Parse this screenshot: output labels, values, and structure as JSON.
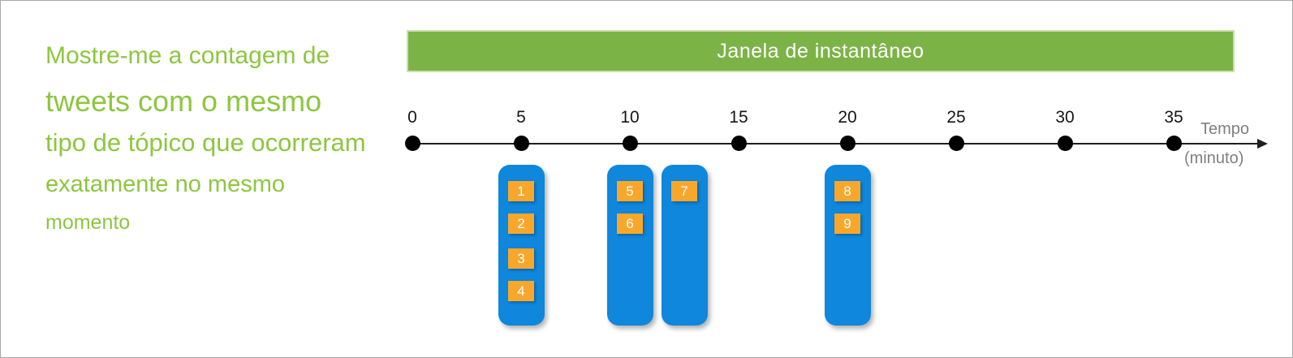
{
  "colors": {
    "green_banner": "#7CB347",
    "banner_border": "#CBDFAE",
    "green_text": "#8DC63F",
    "blue_bar": "#0E87DC",
    "orange_square": "#F9A72B",
    "gray_text": "#7F7F7F"
  },
  "question": {
    "lines": [
      {
        "text": "Mostre-me a contagem de"
      },
      {
        "text": "tweets com o mesmo"
      },
      {
        "text": "tipo de tópico que ocorreram"
      },
      {
        "text": "exatamente no mesmo"
      },
      {
        "text": "momento"
      }
    ]
  },
  "banner": {
    "label": "Janela de instantâneo"
  },
  "timeline": {
    "ticks": [
      "0",
      "5",
      "10",
      "15",
      "20",
      "25",
      "30",
      "35"
    ],
    "tick_minutes": [
      0,
      5,
      10,
      15,
      20,
      25,
      30,
      35
    ],
    "axis_label_top": "Tempo",
    "axis_label_bottom": "(minuto)"
  },
  "groups": [
    {
      "time_minutes": 5,
      "tweets": [
        "1",
        "2",
        "3",
        "4"
      ]
    },
    {
      "time_minutes": 10,
      "tweets": [
        "5",
        "6"
      ]
    },
    {
      "time_minutes": 12.5,
      "tweets": [
        "7"
      ]
    },
    {
      "time_minutes": 20,
      "tweets": [
        "8",
        "9"
      ]
    }
  ]
}
